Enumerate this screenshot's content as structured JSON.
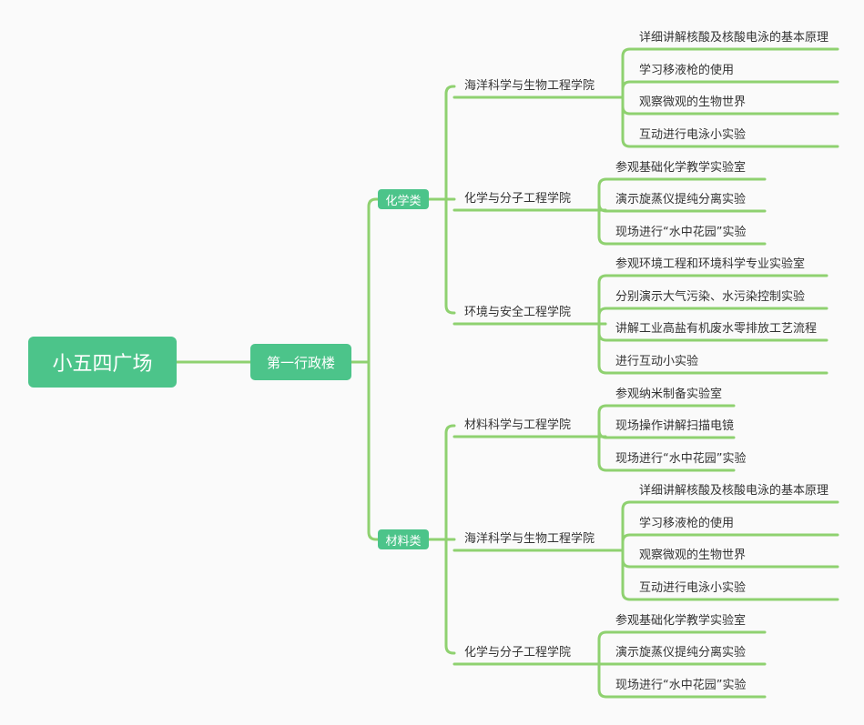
{
  "colors": {
    "line": "#8fd170",
    "node": "#4cc48a",
    "background": "#fafafa"
  },
  "root": "小五四广场",
  "main": "第一行政楼",
  "categories": [
    {
      "label": "化学类",
      "schools": [
        {
          "label": "海洋科学与生物工程学院",
          "items": [
            "详细讲解核酸及核酸电泳的基本原理",
            "学习移液枪的使用",
            "观察微观的生物世界",
            "互动进行电泳小实验"
          ]
        },
        {
          "label": "化学与分子工程学院",
          "items": [
            "参观基础化学教学实验室",
            "演示旋蒸仪提纯分离实验",
            "现场进行“水中花园”实验"
          ]
        },
        {
          "label": "环境与安全工程学院",
          "items": [
            "参观环境工程和环境科学专业实验室",
            "分别演示大气污染、水污染控制实验",
            "讲解工业高盐有机废水零排放工艺流程",
            "进行互动小实验"
          ]
        }
      ]
    },
    {
      "label": "材料类",
      "schools": [
        {
          "label": "材料科学与工程学院",
          "items": [
            "参观纳米制备实验室",
            "现场操作讲解扫描电镜",
            "现场进行“水中花园”实验"
          ]
        },
        {
          "label": "海洋科学与生物工程学院",
          "items": [
            "详细讲解核酸及核酸电泳的基本原理",
            "学习移液枪的使用",
            "观察微观的生物世界",
            "互动进行电泳小实验"
          ]
        },
        {
          "label": "化学与分子工程学院",
          "items": [
            "参观基础化学教学实验室",
            "演示旋蒸仪提纯分离实验",
            "现场进行“水中花园”实验"
          ]
        }
      ]
    }
  ]
}
